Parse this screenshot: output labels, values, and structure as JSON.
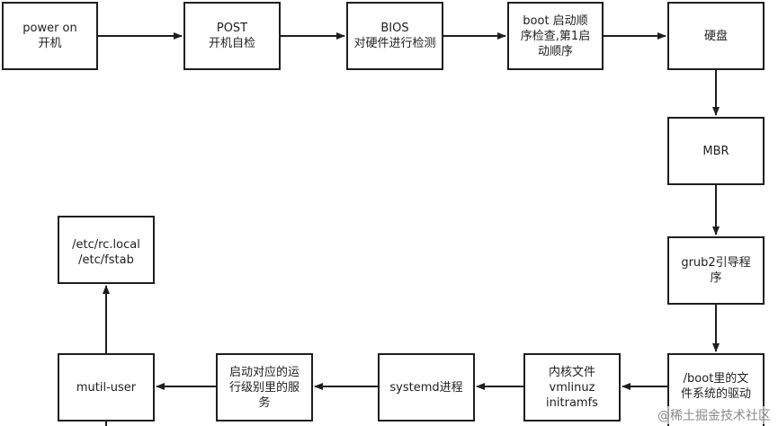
{
  "nodes": {
    "poweron": "power on\n开机",
    "post": "POST\n开机自检",
    "bios": "BIOS\n对硬件进行检测",
    "boot": "boot 启动顺\n序检查,第1启\n动顺序",
    "disk": "硬盘",
    "mbr": "MBR",
    "grub": "grub2引导程\n序",
    "bootdir": "/boot里的文\n件系统的驱动",
    "kernel": "内核文件\nvmlinuz\ninitramfs",
    "systemd": "systemd进程",
    "runlevel": "启动对应的运\n行级别里的服\n务",
    "mutil": "mutil-user",
    "rclocal": "/etc/rc.local\n/etc/fstab"
  },
  "watermark": "@稀土掘金技术社区"
}
